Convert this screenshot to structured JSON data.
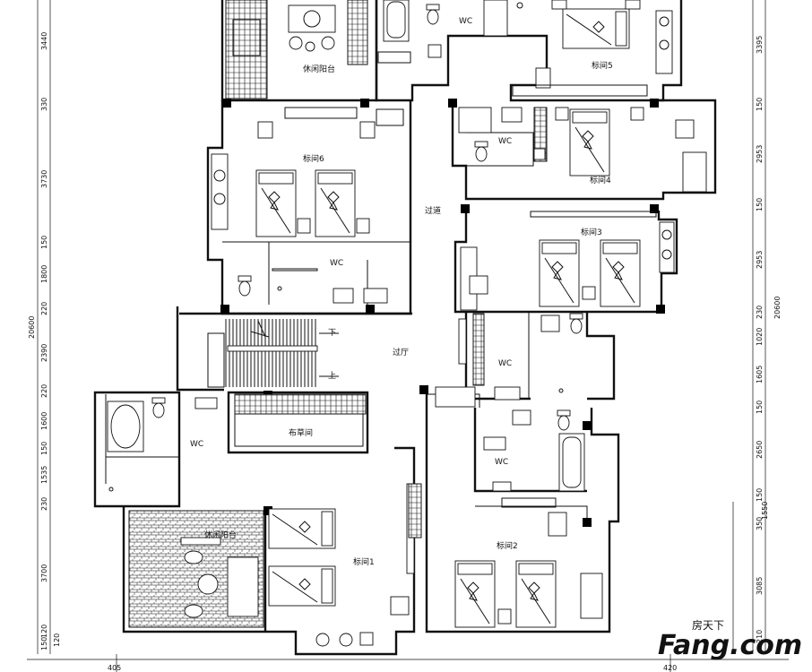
{
  "rooms": {
    "leisure_balcony_top": "休闲阳台",
    "room5": "标间5",
    "room6": "标间6",
    "room4": "标间4",
    "room3": "标间3",
    "corridor": "过道",
    "hall": "过厅",
    "linen": "布草间",
    "leisure_balcony_bottom": "休闲阳台",
    "room1": "标间1",
    "room2": "标间2",
    "wc": "WC",
    "stair_down": "下",
    "stair_up": "上"
  },
  "dims_left": [
    "3440",
    "330",
    "3730",
    "150",
    "1800",
    "220",
    "2390",
    "220",
    "1600",
    "150",
    "1535",
    "230",
    "3700",
    "120",
    "150",
    "120"
  ],
  "dims_right": [
    "3395",
    "150",
    "2953",
    "150",
    "2953",
    "230",
    "1020",
    "1605",
    "150",
    "2650",
    "150",
    "350",
    "3085",
    "210"
  ],
  "overall_left": "20600",
  "overall_right": "20600",
  "right_extra": "1550",
  "dims_bottom": [
    "405",
    "420"
  ],
  "watermark": {
    "brand": "Fang.com",
    "sub": "房天下"
  }
}
